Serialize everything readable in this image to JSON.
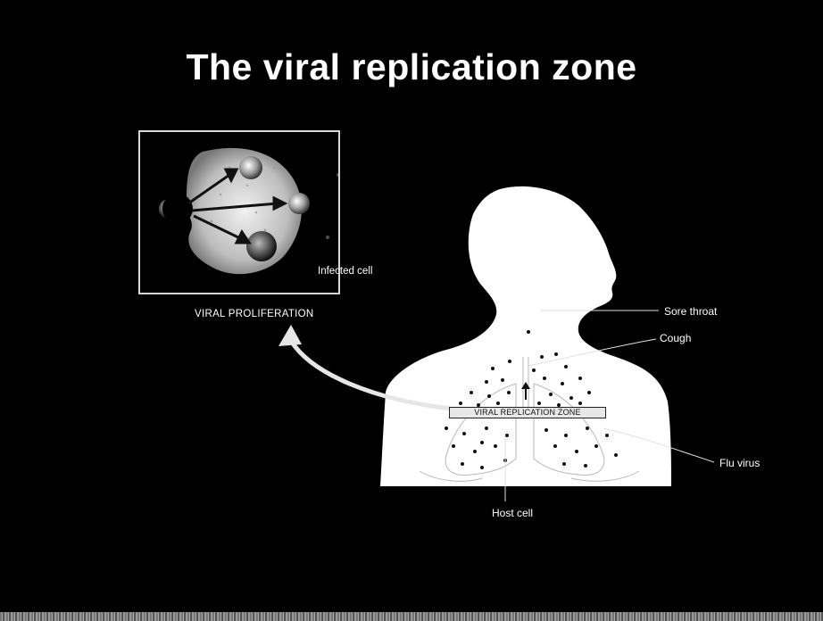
{
  "slide": {
    "title": "The viral replication zone",
    "inset_caption": "VIRAL PROLIFERATION",
    "infected_cell_label": "Infected cell",
    "labels": {
      "sore_throat": "Sore throat",
      "cough": "Cough",
      "flu_virus": "Flu virus",
      "host_cell": "Host cell",
      "replication_zone": "VIRAL REPLICATION ZONE"
    }
  },
  "colors": {
    "background": "#000000",
    "text": "#ffffff",
    "body": "#ffffff",
    "arrow": "#e6e6e6"
  }
}
